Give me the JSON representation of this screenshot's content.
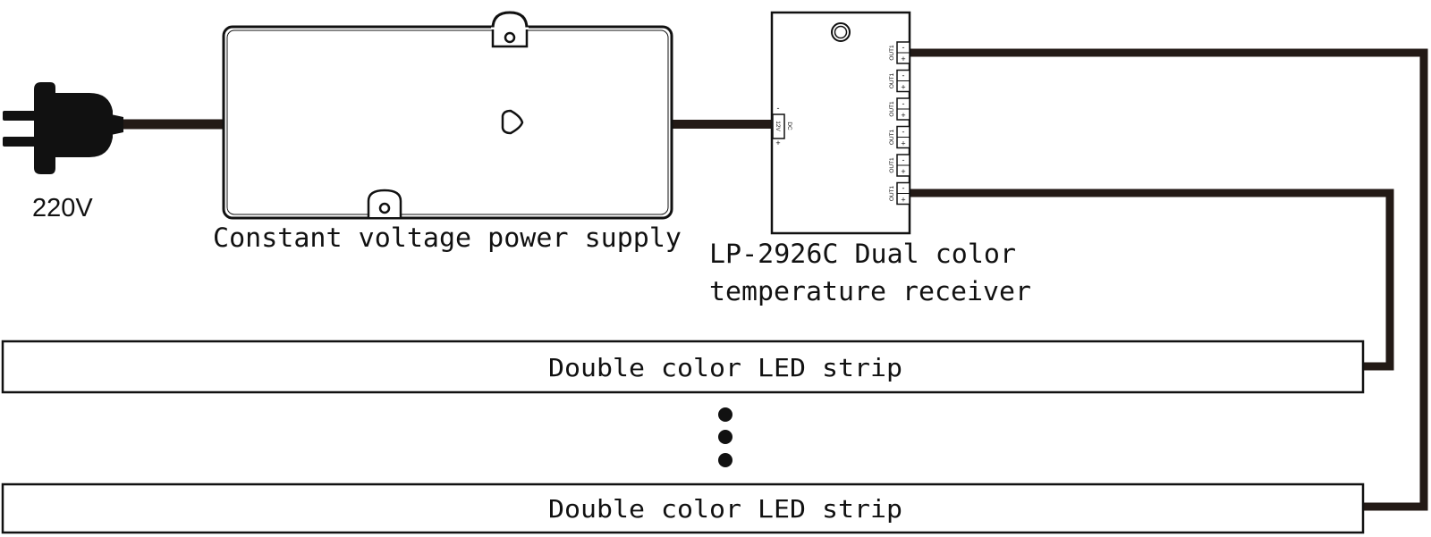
{
  "diagram": {
    "plug": {
      "voltage_label": "220V"
    },
    "power_supply": {
      "label": "Constant voltage power supply"
    },
    "receiver": {
      "label_line1": "LP-2926C Dual color",
      "label_line2": "temperature receiver",
      "input": {
        "label": "12V",
        "sublabel": "DC",
        "minus": "-",
        "plus": "+"
      },
      "outputs": [
        {
          "label": "OUT1",
          "minus": "-",
          "plus": "+"
        },
        {
          "label": "OUT1",
          "minus": "-",
          "plus": "+"
        },
        {
          "label": "OUT1",
          "minus": "-",
          "plus": "+"
        },
        {
          "label": "OUT1",
          "minus": "-",
          "plus": "+"
        },
        {
          "label": "OUT1",
          "minus": "-",
          "plus": "+"
        },
        {
          "label": "OUT1",
          "minus": "-",
          "plus": "+"
        }
      ]
    },
    "strips": [
      {
        "label": "Double color LED strip"
      },
      {
        "label": "Double color LED strip"
      }
    ],
    "colors": {
      "line": "#111111",
      "wire": "#231a16",
      "background": "#ffffff"
    }
  }
}
